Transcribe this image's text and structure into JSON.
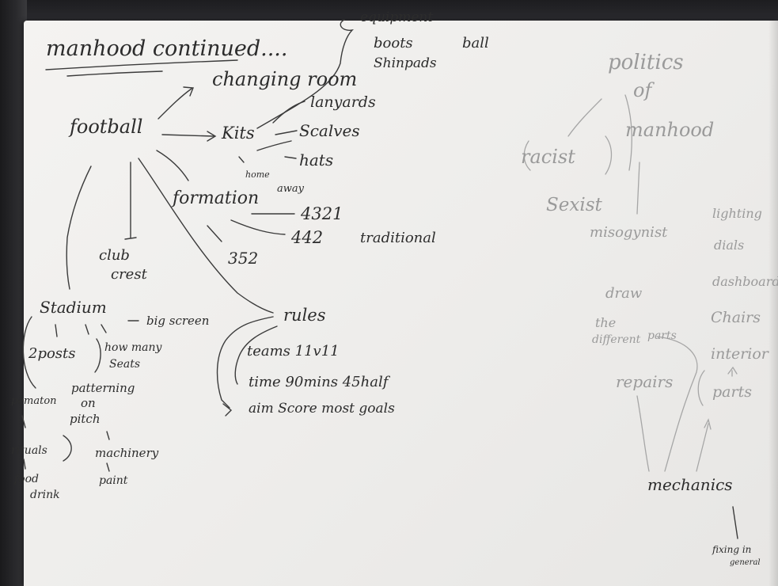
{
  "title": "manhood continued....",
  "football": {
    "center": "football",
    "changing_room": "changing room",
    "kits": "Kits",
    "equipment": "equipment",
    "boots": "boots",
    "ball": "ball",
    "shinpads": "Shinpads",
    "lanyards": "lanyards",
    "scalves": "Scalves",
    "hats": "hats",
    "home": "home",
    "away": "away",
    "formation": "formation",
    "f4321": "4321",
    "f442": "442",
    "traditional": "traditional",
    "f352": "352",
    "club_crest": [
      "club",
      "crest"
    ],
    "stadium": "Stadium",
    "big_screen": "big screen",
    "two_posts": "2posts",
    "how_many_seats": [
      "how many",
      "Seats"
    ],
    "patterning": [
      "patterning",
      "on",
      "pitch"
    ],
    "machinery": "machinery",
    "paint": "paint",
    "pematon": "pematon",
    "rituals": "rituals",
    "food_drink": [
      "food",
      "drink"
    ],
    "rules": "rules",
    "teams": "teams 11v11",
    "time": "time 90mins 45half",
    "aim": "aim Score most goals"
  },
  "politics": {
    "title": [
      "politics",
      "of",
      "manhood"
    ],
    "racist": "racist",
    "sexist": "Sexist",
    "misogynist": "misogynist"
  },
  "mechanics": {
    "lighting": [
      "lighting",
      "dials"
    ],
    "dashboard": "dashboard",
    "chairs": "Chairs",
    "interior": "interior",
    "parts_label": "parts",
    "draw": [
      "draw",
      "the",
      "different",
      "parts"
    ],
    "repairs": "repairs",
    "center": "mechanics",
    "fixing": [
      "fixing in",
      "general"
    ]
  }
}
